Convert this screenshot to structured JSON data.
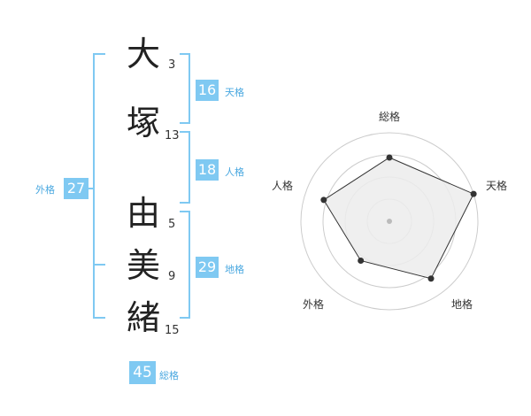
{
  "name": {
    "chars": [
      {
        "char": "大",
        "strokes": "3"
      },
      {
        "char": "塚",
        "strokes": "13"
      },
      {
        "char": "由",
        "strokes": "5"
      },
      {
        "char": "美",
        "strokes": "9"
      },
      {
        "char": "緒",
        "strokes": "15"
      }
    ]
  },
  "fortune": {
    "tenkaku": {
      "value": "16",
      "label": "天格"
    },
    "jinkaku": {
      "value": "18",
      "label": "人格"
    },
    "chikaku": {
      "value": "29",
      "label": "地格"
    },
    "gaikaku": {
      "value": "27",
      "label": "外格"
    },
    "soukaku": {
      "value": "45",
      "label": "総格"
    }
  },
  "chart_data": {
    "type": "radar",
    "axes": [
      "総格",
      "天格",
      "地格",
      "外格",
      "人格"
    ],
    "values": [
      0.72,
      1.0,
      0.8,
      0.55,
      0.78
    ],
    "max": 1,
    "rings": 4,
    "colors": {
      "fill": "#ececec",
      "stroke": "#333333",
      "ring": "#cccccc"
    }
  }
}
